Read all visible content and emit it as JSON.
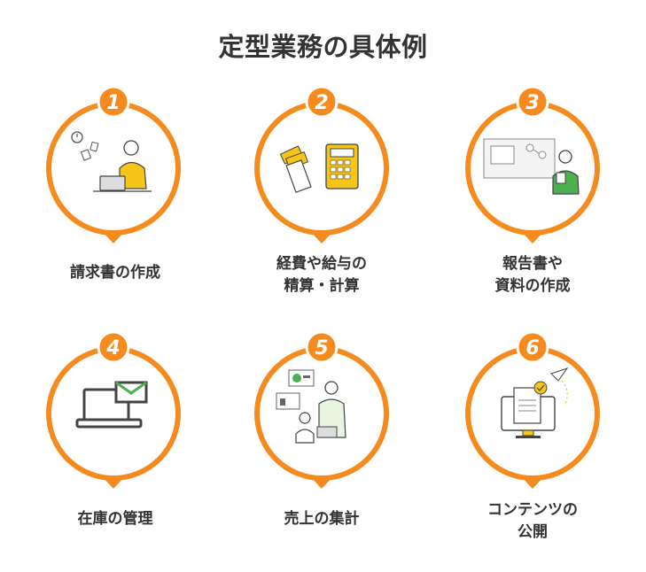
{
  "title": "定型業務の具体例",
  "accent_color": "#F58B1F",
  "items": [
    {
      "number": "1",
      "label_lines": [
        "請求書の作成"
      ],
      "icon": "person-phone-laptop-icon"
    },
    {
      "number": "2",
      "label_lines": [
        "経費や給与の",
        "精算・計算"
      ],
      "icon": "receipts-calculator-icon"
    },
    {
      "number": "3",
      "label_lines": [
        "報告書や",
        "資料の作成"
      ],
      "icon": "presenter-whiteboard-icon"
    },
    {
      "number": "4",
      "label_lines": [
        "在庫の管理"
      ],
      "icon": "laptop-envelope-icon"
    },
    {
      "number": "5",
      "label_lines": [
        "売上の集計"
      ],
      "icon": "team-meeting-charts-icon"
    },
    {
      "number": "6",
      "label_lines": [
        "コンテンツの",
        "公開"
      ],
      "icon": "monitor-document-paperplane-icon"
    }
  ]
}
